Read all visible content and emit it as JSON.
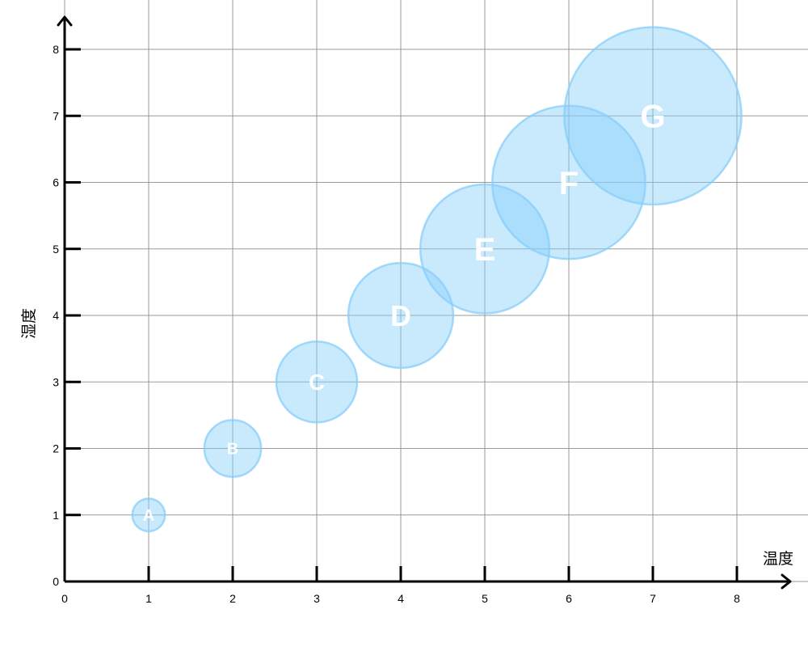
{
  "chart_data": {
    "type": "scatter",
    "xlabel": "温度",
    "ylabel": "湿度",
    "xlim": [
      0,
      8
    ],
    "ylim": [
      0,
      8
    ],
    "x_ticks": [
      "0",
      "1",
      "2",
      "3",
      "4",
      "5",
      "6",
      "7",
      "8"
    ],
    "y_ticks": [
      "0",
      "1",
      "2",
      "3",
      "4",
      "5",
      "6",
      "7",
      "8"
    ],
    "grid": true,
    "bubble_color": "#87CEFA",
    "points": [
      {
        "label": "A",
        "x": 1,
        "y": 1,
        "size": 1
      },
      {
        "label": "B",
        "x": 2,
        "y": 2,
        "size": 2
      },
      {
        "label": "C",
        "x": 3,
        "y": 3,
        "size": 3
      },
      {
        "label": "D",
        "x": 4,
        "y": 4,
        "size": 4
      },
      {
        "label": "E",
        "x": 5,
        "y": 5,
        "size": 5
      },
      {
        "label": "F",
        "x": 6,
        "y": 6,
        "size": 6
      },
      {
        "label": "G",
        "x": 7,
        "y": 7,
        "size": 7
      }
    ]
  }
}
